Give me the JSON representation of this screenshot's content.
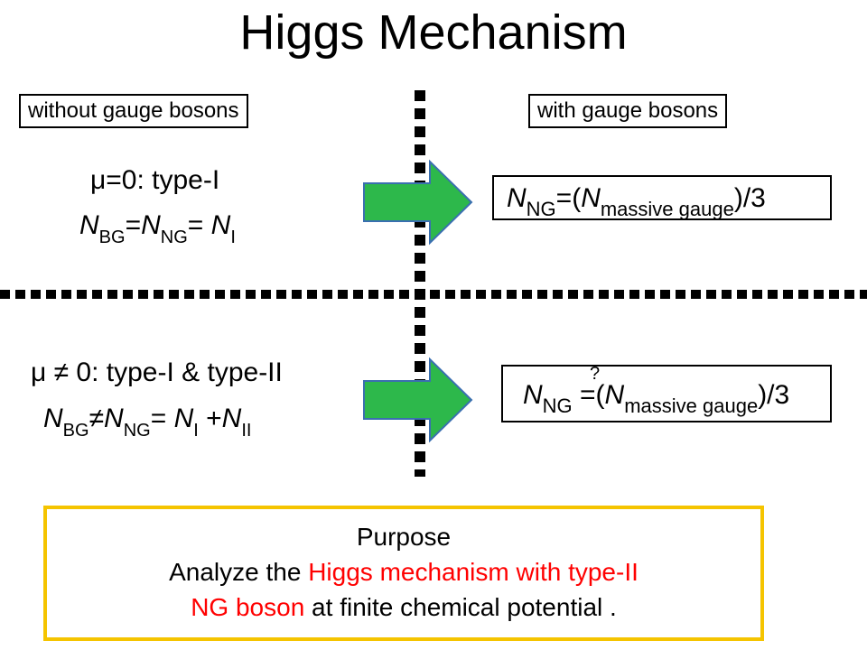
{
  "title": "Higgs Mechanism",
  "labels": {
    "left": "without gauge bosons",
    "right": "with gauge bosons"
  },
  "top_case": {
    "condition": "μ=0:  type-I",
    "eq": {
      "n1": "N",
      "s1": "BG",
      "eq1": "=",
      "n2": "N",
      "s2": "NG",
      "eq2": "= ",
      "n3": "N",
      "s3": "I"
    },
    "result": {
      "n1": "N",
      "s1": "NG",
      "mid": "=(",
      "n2": "N",
      "s2": "massive gauge",
      "end": ")/3"
    }
  },
  "bottom_case": {
    "condition": "μ ≠ 0:  type-I & type-II",
    "eq": {
      "n1": "N",
      "s1": "BG",
      "neq": "≠",
      "n2": "N",
      "s2": "NG",
      "eq2": "= ",
      "n3": "N",
      "s3": "I",
      "plus": " +",
      "n4": "N",
      "s4": "II"
    },
    "result": {
      "n1": "N",
      "s1": "NG",
      "question": "?",
      "mid": " =(",
      "n2": "N",
      "s2": "massive gauge",
      "end": ")/3"
    }
  },
  "purpose": {
    "heading": "Purpose",
    "line1_a": "Analyze the ",
    "line1_b": "Higgs mechanism with type-II",
    "line2_a": "NG boson",
    "line2_b": " at finite chemical potential ."
  },
  "colors": {
    "arrow_fill": "#2db84b",
    "arrow_stroke": "#3a6fb0",
    "purpose_border": "#f5c400",
    "highlight": "#ff0000"
  }
}
